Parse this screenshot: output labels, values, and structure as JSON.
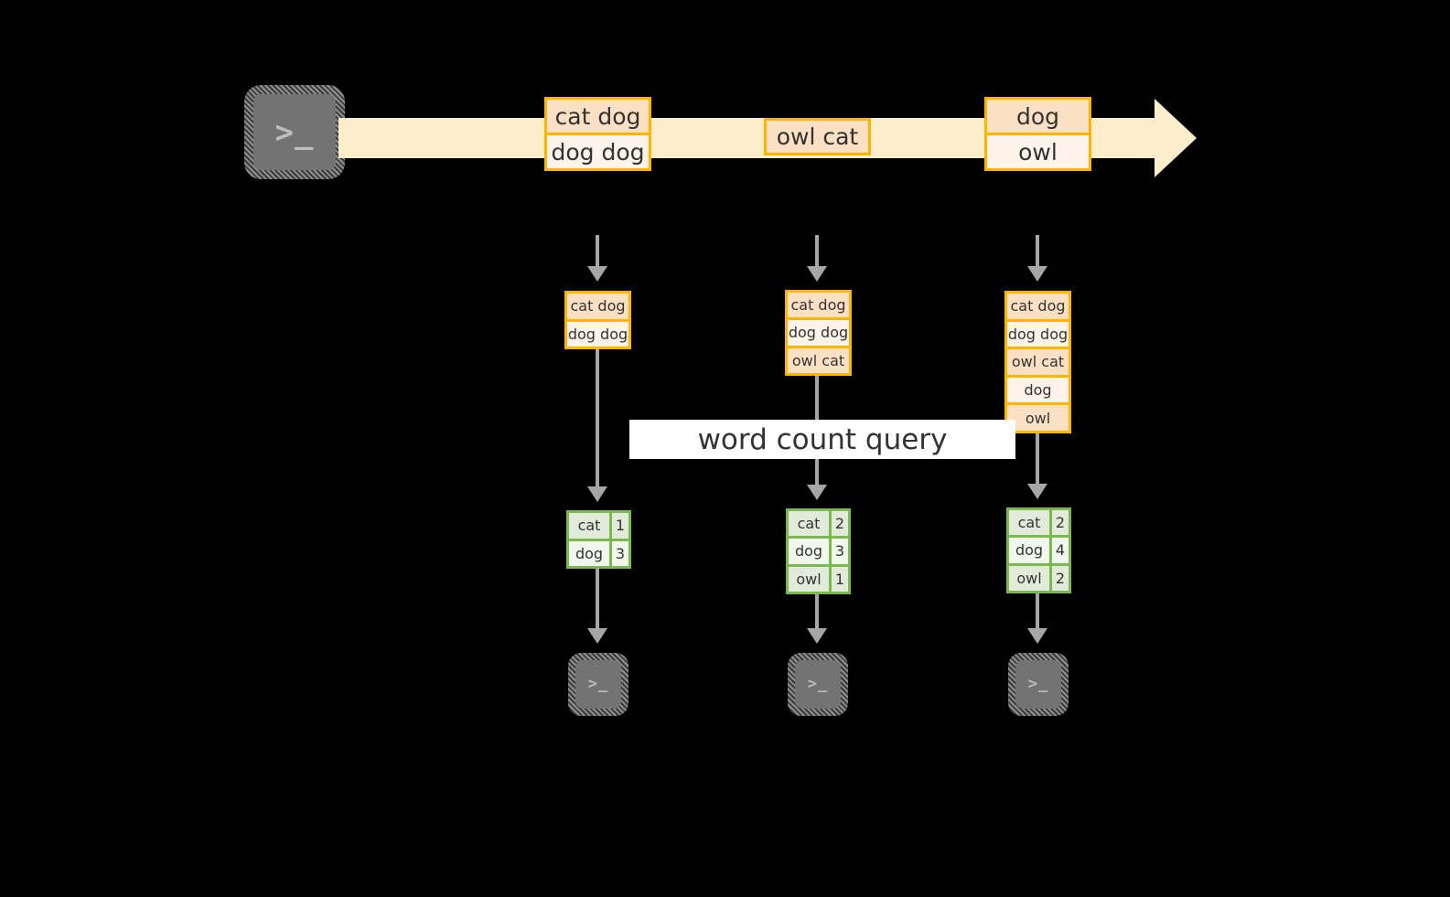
{
  "diagram": {
    "title_label": "word count query",
    "colors": {
      "background": "#000000",
      "stream_band": "#fdeecb",
      "record_border": "#ffb400",
      "record_fill_light": "#fdf3e8",
      "record_fill_shade": "#fbe0c4",
      "result_border": "#7aba4c",
      "result_fill_light": "#f2f7ee",
      "result_fill_shade": "#e2ebd9",
      "connector": "#a6a6a6",
      "terminal_fill": "#737373",
      "label_band": "#ffffff"
    },
    "source_terminal": {
      "icon": "terminal-prompt-icon",
      "glyph": ">_"
    },
    "stream": {
      "arrow_icon": "stream-arrow-right-icon",
      "events": [
        {
          "cells": [
            {
              "text": "cat dog",
              "shade": true
            },
            {
              "text": "dog dog",
              "shade": false
            }
          ]
        },
        {
          "cells": [
            {
              "text": "owl cat",
              "shade": true
            }
          ]
        },
        {
          "cells": [
            {
              "text": "dog",
              "shade": true
            },
            {
              "text": "owl",
              "shade": false
            }
          ]
        }
      ]
    },
    "snapshots": [
      {
        "name": "snapshot-1",
        "input_arrow_icon": "dashed-down-arrow-icon",
        "records": [
          {
            "text": "cat dog",
            "shade": true
          },
          {
            "text": "dog dog",
            "shade": false
          }
        ],
        "result_arrow_icon": "down-arrow-icon",
        "result_rows": [
          {
            "word": "cat",
            "count": "1",
            "shade": true
          },
          {
            "word": "dog",
            "count": "3",
            "shade": false
          }
        ],
        "sink_arrow_icon": "down-arrow-icon",
        "sink_terminal": {
          "icon": "terminal-prompt-icon",
          "glyph": ">_"
        }
      },
      {
        "name": "snapshot-2",
        "input_arrow_icon": "dashed-down-arrow-icon",
        "records": [
          {
            "text": "cat dog",
            "shade": true
          },
          {
            "text": "dog dog",
            "shade": false
          },
          {
            "text": "owl cat",
            "shade": true
          }
        ],
        "result_arrow_icon": "down-arrow-icon",
        "result_rows": [
          {
            "word": "cat",
            "count": "2",
            "shade": true
          },
          {
            "word": "dog",
            "count": "3",
            "shade": false
          },
          {
            "word": "owl",
            "count": "1",
            "shade": true
          }
        ],
        "sink_arrow_icon": "down-arrow-icon",
        "sink_terminal": {
          "icon": "terminal-prompt-icon",
          "glyph": ">_"
        }
      },
      {
        "name": "snapshot-3",
        "input_arrow_icon": "dashed-down-arrow-icon",
        "records": [
          {
            "text": "cat dog",
            "shade": true
          },
          {
            "text": "dog dog",
            "shade": false
          },
          {
            "text": "owl cat",
            "shade": true
          },
          {
            "text": "dog",
            "shade": false
          },
          {
            "text": "owl",
            "shade": true
          }
        ],
        "result_arrow_icon": "down-arrow-icon",
        "result_rows": [
          {
            "word": "cat",
            "count": "2",
            "shade": true
          },
          {
            "word": "dog",
            "count": "4",
            "shade": false
          },
          {
            "word": "owl",
            "count": "2",
            "shade": true
          }
        ],
        "sink_arrow_icon": "down-arrow-icon",
        "sink_terminal": {
          "icon": "terminal-prompt-icon",
          "glyph": ">_"
        }
      }
    ]
  }
}
